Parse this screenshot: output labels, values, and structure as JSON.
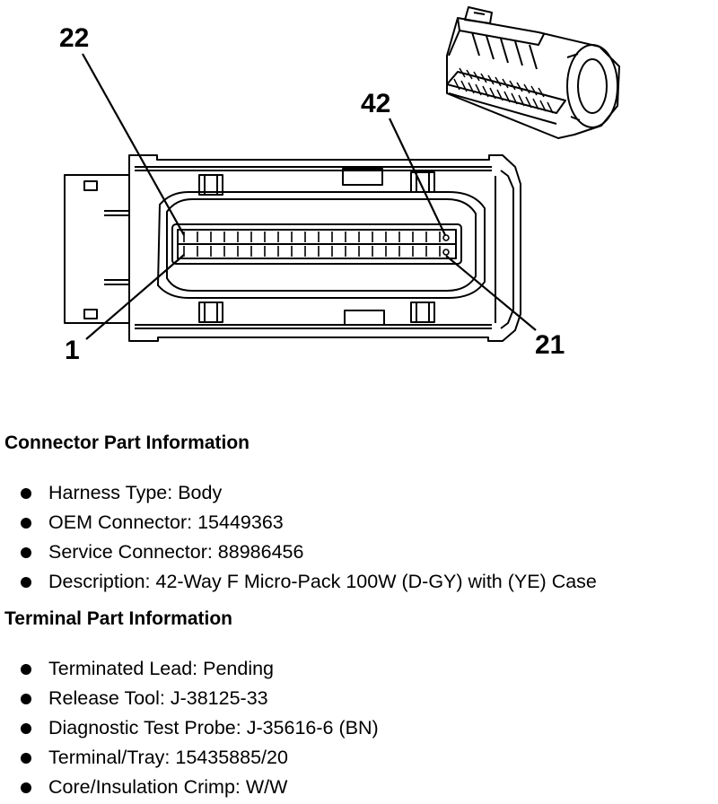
{
  "diagram": {
    "callouts": {
      "pin_22": "22",
      "pin_42": "42",
      "pin_1": "1",
      "pin_21": "21"
    }
  },
  "connector_info": {
    "title": "Connector Part Information",
    "items": [
      "Harness Type: Body",
      "OEM Connector: 15449363",
      "Service Connector: 88986456",
      "Description: 42-Way F Micro-Pack 100W (D-GY) with (YE) Case"
    ]
  },
  "terminal_info": {
    "title": "Terminal Part Information",
    "items": [
      "Terminated Lead: Pending",
      "Release Tool: J-38125-33",
      "Diagnostic Test Probe: J-35616-6 (BN)",
      "Terminal/Tray: 15435885/20",
      "Core/Insulation Crimp: W/W"
    ]
  }
}
